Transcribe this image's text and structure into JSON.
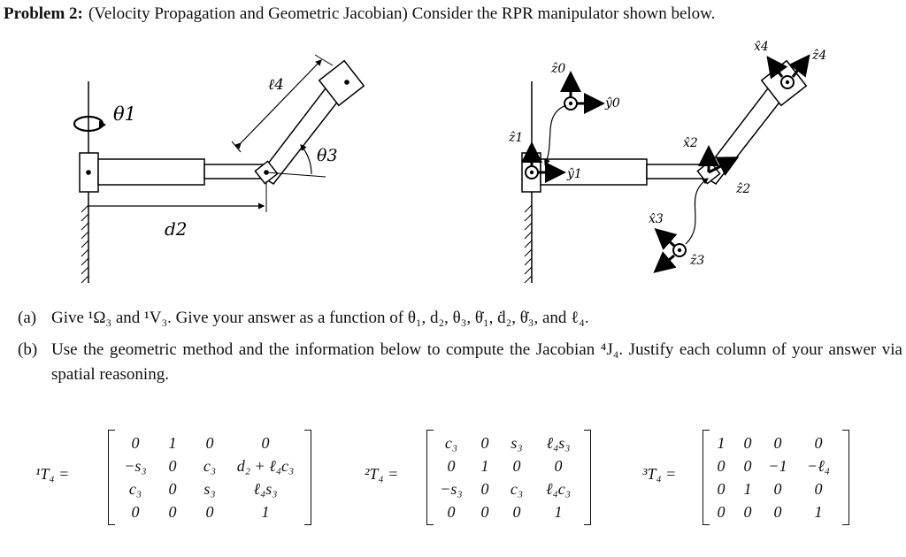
{
  "problem": {
    "number_label": "Problem 2:",
    "statement": "(Velocity Propagation and Geometric Jacobian) Consider the RPR manipulator shown below."
  },
  "figure_left": {
    "theta1": "θ1",
    "l4": "ℓ4",
    "theta3": "θ3",
    "d2": "d2"
  },
  "figure_right": {
    "z0": "ẑ0",
    "y0": "ŷ0",
    "z1": "ẑ1",
    "y1": "ŷ1",
    "x2": "x̂2",
    "z2": "ẑ2",
    "x3": "x̂3",
    "z3": "ẑ3",
    "x4": "x̂4",
    "z4": "ẑ4"
  },
  "parts": [
    {
      "label": "(a)",
      "text": "Give ¹Ω₃ and ¹V₃. Give your answer as a function of θ₁, d₂, θ₃, θ̇₁, ḋ₂, θ̇₃, and ℓ₄."
    },
    {
      "label": "(b)",
      "text": "Use the geometric method and the information below to compute the Jacobian ⁴J₄. Justify each column of your answer via spatial reasoning."
    }
  ],
  "matrices": [
    {
      "name": "¹T₄ =",
      "rows": [
        [
          "0",
          "1",
          "0",
          "0"
        ],
        [
          "−s₃",
          "0",
          "c₃",
          "d₂ + ℓ₄c₃"
        ],
        [
          "c₃",
          "0",
          "s₃",
          "ℓ₄s₃"
        ],
        [
          "0",
          "0",
          "0",
          "1"
        ]
      ]
    },
    {
      "name": "²T₄ =",
      "rows": [
        [
          "c₃",
          "0",
          "s₃",
          "ℓ₄s₃"
        ],
        [
          "0",
          "1",
          "0",
          "0"
        ],
        [
          "−s₃",
          "0",
          "c₃",
          "ℓ₄c₃"
        ],
        [
          "0",
          "0",
          "0",
          "1"
        ]
      ]
    },
    {
      "name": "³T₄ =",
      "rows": [
        [
          "1",
          "0",
          "0",
          "0"
        ],
        [
          "0",
          "0",
          "−1",
          "−ℓ₄"
        ],
        [
          "0",
          "1",
          "0",
          "0"
        ],
        [
          "0",
          "0",
          "0",
          "1"
        ]
      ]
    }
  ]
}
